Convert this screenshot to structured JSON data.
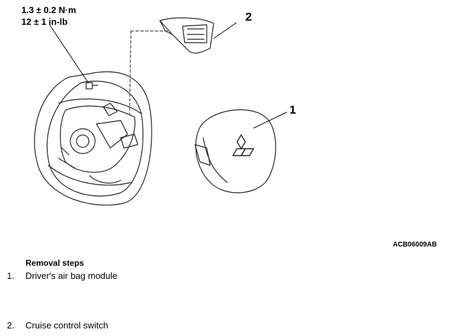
{
  "torque": {
    "metric": "1.3 ± 0.2 N·m",
    "imperial": "12 ± 1 in-lb"
  },
  "callouts": {
    "cruise_switch": "2",
    "airbag_module": "1"
  },
  "figure_id": "ACB06009AB",
  "removal": {
    "title": "Removal steps",
    "steps": [
      {
        "num": "1.",
        "label": "Driver's air bag module"
      },
      {
        "num": "2.",
        "label": "Cruise control switch"
      }
    ]
  }
}
